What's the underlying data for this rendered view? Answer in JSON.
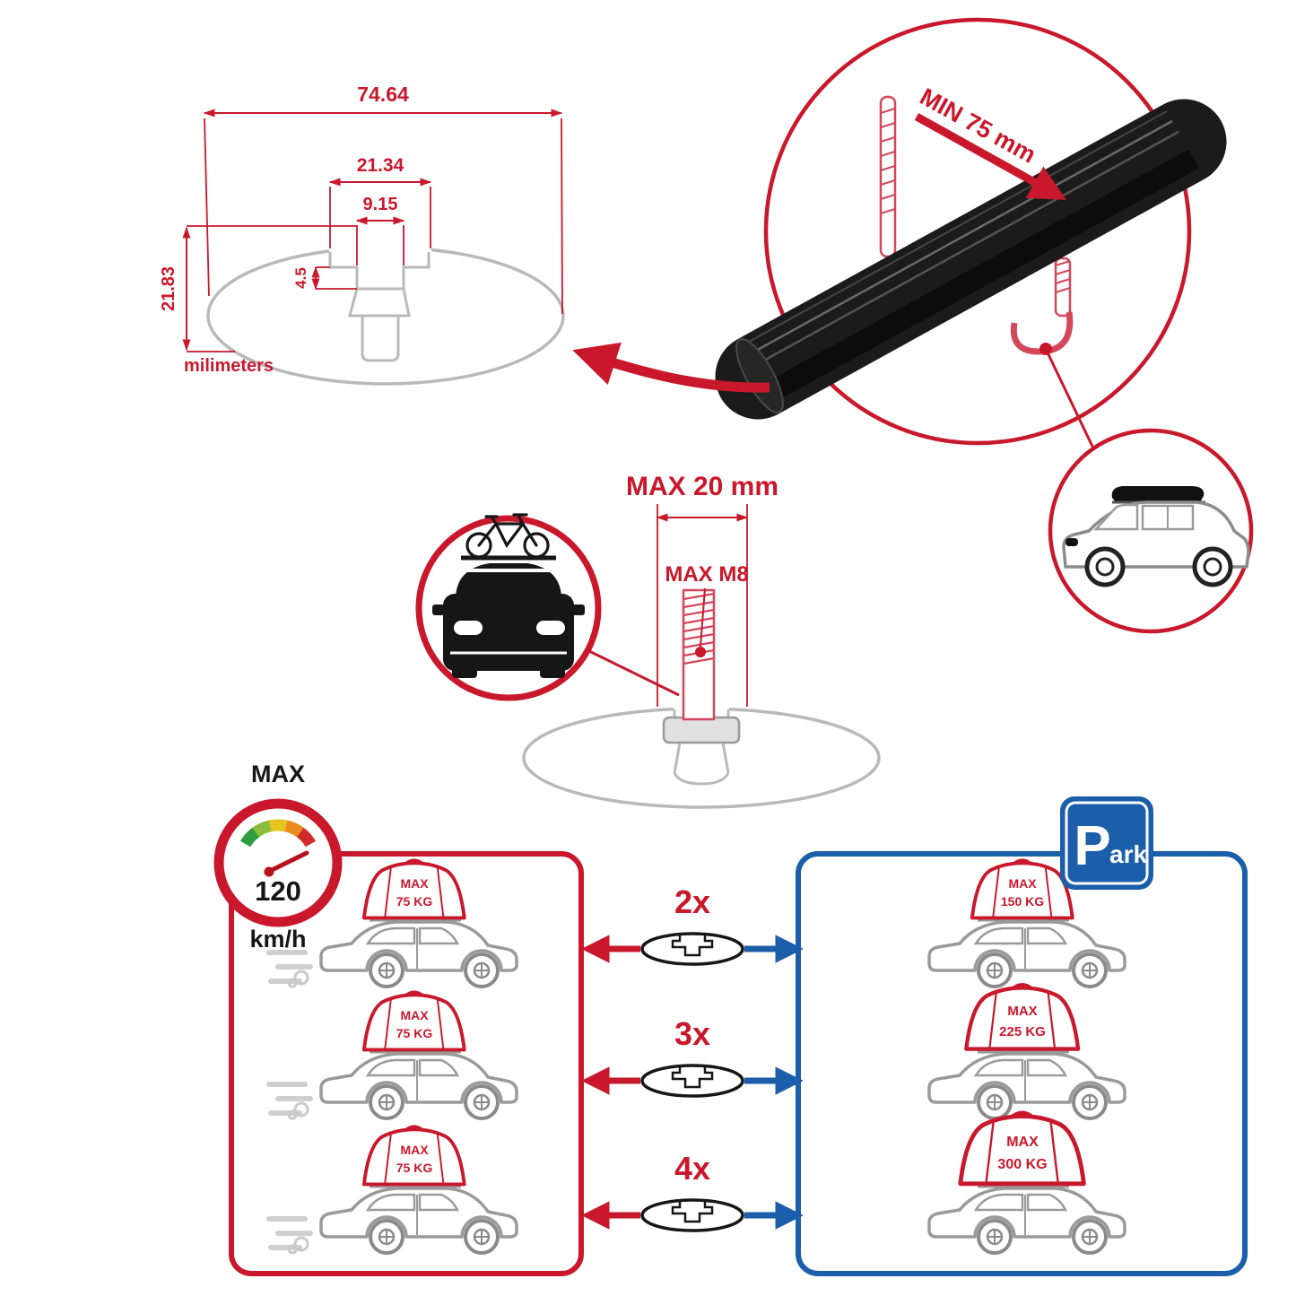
{
  "title": "Roof rack crossbar specification infographic",
  "colors": {
    "red": "#c9182c",
    "blue": "#1b5ea9",
    "gray": "#b9b9b9",
    "black": "#161616",
    "clamp_red": "#d4475a"
  },
  "cross_section_diagram": {
    "overall_width": "74.64",
    "channel_width": "21.34",
    "slot_width": "9.15",
    "lip_height": "4.5",
    "profile_height": "21.83",
    "units_label": "milimeters"
  },
  "bar_detail": {
    "min_clamp_label": "MIN 75 mm"
  },
  "bolt_diagram": {
    "max_length_label": "MAX 20 mm",
    "max_thread_label": "MAX M8"
  },
  "speed_limit": {
    "label": "MAX",
    "value": "120",
    "unit": "km/h"
  },
  "driving_panel": {
    "cars": [
      {
        "load_label": "MAX",
        "load_value": "75 KG"
      },
      {
        "load_label": "MAX",
        "load_value": "75 KG"
      },
      {
        "load_label": "MAX",
        "load_value": "75 KG"
      }
    ]
  },
  "parking_panel": {
    "sign_letter": "P",
    "sign_rest": "ark",
    "cars": [
      {
        "load_label": "MAX",
        "load_value": "150 KG"
      },
      {
        "load_label": "MAX",
        "load_value": "225 KG"
      },
      {
        "load_label": "MAX",
        "load_value": "300 KG"
      }
    ]
  },
  "multipliers": [
    {
      "label": "2x"
    },
    {
      "label": "3x"
    },
    {
      "label": "4x"
    }
  ]
}
